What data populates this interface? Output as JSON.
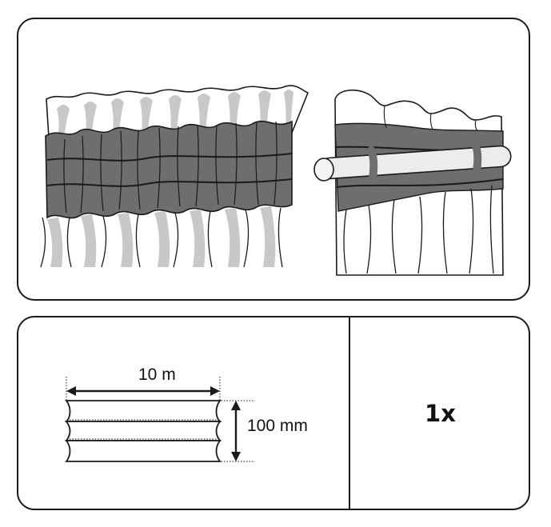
{
  "product_illustration": {
    "left_view": "gathered-curtain-tape-front",
    "right_view": "curtain-on-rod"
  },
  "specs": {
    "length_label": "10 m",
    "height_label": "100 mm",
    "quantity_label": "1x"
  },
  "colors": {
    "tape_gray": "#6e6e6e",
    "fabric_light_gray": "#c8c8c8",
    "outline": "#1a1a1a"
  }
}
